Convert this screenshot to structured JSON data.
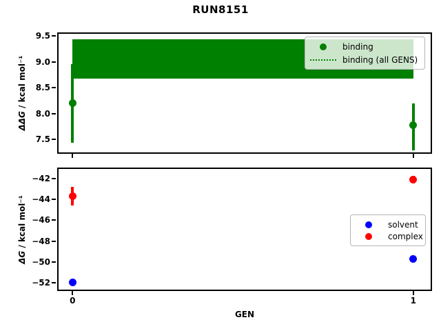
{
  "title": "RUN8151",
  "xlabel": "GEN",
  "chart_data": [
    {
      "type": "scatter",
      "panel": "binding",
      "ylabel_math": "ΔΔG",
      "ylabel_units": " / kcal mol⁻¹",
      "xlim": [
        -0.045,
        1.055
      ],
      "ylim": [
        7.22,
        9.57
      ],
      "grid": false,
      "yticks": [
        {
          "value": 9.5,
          "label": "9.5"
        },
        {
          "value": 9.0,
          "label": "9.0"
        },
        {
          "value": 8.5,
          "label": "8.5"
        },
        {
          "value": 8.0,
          "label": "8.0"
        },
        {
          "value": 7.5,
          "label": "7.5"
        }
      ],
      "xticks": [
        {
          "value": 0,
          "label": ""
        },
        {
          "value": 1,
          "label": ""
        }
      ],
      "series": [
        {
          "name": "binding",
          "color": "#008000",
          "marker": "circle",
          "points": [
            {
              "x": 0,
              "y": 8.2,
              "err_lo": 7.43,
              "err_hi": 8.95
            },
            {
              "x": 1,
              "y": 7.77,
              "err_lo": 7.29,
              "err_hi": 8.19
            }
          ]
        }
      ],
      "band": {
        "label": "binding (all GENS)",
        "color": "#008000",
        "x_from": 0,
        "x_to": 1,
        "y_lo": 8.68,
        "y_hi": 9.44,
        "center_value": 9.06,
        "center_style": "dotted"
      },
      "legend": {
        "position": "upper right",
        "entries": [
          {
            "label": "binding",
            "key": "dot",
            "color": "#008000"
          },
          {
            "label": "binding (all GENS)",
            "key": "dotted-line",
            "color": "#008000"
          }
        ]
      }
    },
    {
      "type": "scatter",
      "panel": "dg",
      "ylabel_math": "ΔG",
      "ylabel_units": " / kcal mol⁻¹",
      "xlim": [
        -0.045,
        1.055
      ],
      "ylim": [
        -52.79,
        -40.94
      ],
      "grid": false,
      "yticks": [
        {
          "value": -42,
          "label": "−42"
        },
        {
          "value": -44,
          "label": "−44"
        },
        {
          "value": -46,
          "label": "−46"
        },
        {
          "value": -48,
          "label": "−48"
        },
        {
          "value": -50,
          "label": "−50"
        },
        {
          "value": -52,
          "label": "−52"
        }
      ],
      "xticks": [
        {
          "value": 0,
          "label": "0"
        },
        {
          "value": 1,
          "label": "1"
        }
      ],
      "series": [
        {
          "name": "solvent",
          "color": "#0000ff",
          "marker": "circle",
          "points": [
            {
              "x": 0,
              "y": -51.95,
              "err_lo": -52.1,
              "err_hi": -51.8
            },
            {
              "x": 1,
              "y": -49.7,
              "err_lo": -49.85,
              "err_hi": -49.55
            }
          ]
        },
        {
          "name": "complex",
          "color": "#ff0000",
          "marker": "circle",
          "points": [
            {
              "x": 0,
              "y": -43.7,
              "err_lo": -44.6,
              "err_hi": -42.8
            },
            {
              "x": 1,
              "y": -42.1,
              "err_lo": -42.45,
              "err_hi": -41.75
            }
          ]
        }
      ],
      "legend": {
        "position": "center right",
        "entries": [
          {
            "label": "solvent",
            "key": "dot",
            "color": "#0000ff"
          },
          {
            "label": "complex",
            "key": "dot",
            "color": "#ff0000"
          }
        ]
      }
    }
  ]
}
